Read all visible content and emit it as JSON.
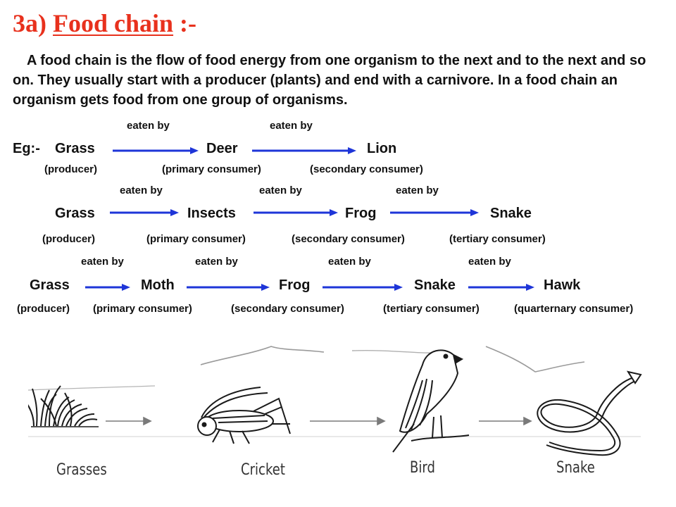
{
  "title": {
    "prefix": "3a)",
    "main": "Food chain",
    "suffix": ":-"
  },
  "intro": "A food chain is the flow of food energy from one organism to the next and to the next and so on. They usually start with a producer (plants) and end with a carnivore. In a food chain an organism gets food from one group of organisms.",
  "eaten_by": "eaten by",
  "example_label": "Eg:-",
  "chains": [
    {
      "organisms": [
        "Grass",
        "Deer",
        "Lion"
      ],
      "roles": [
        "(producer)",
        "(primary consumer)",
        "(secondary consumer)"
      ]
    },
    {
      "organisms": [
        "Grass",
        "Insects",
        "Frog",
        "Snake"
      ],
      "roles": [
        "(producer)",
        "(primary consumer)",
        "(secondary consumer)",
        "(tertiary consumer)"
      ]
    },
    {
      "organisms": [
        "Grass",
        "Moth",
        "Frog",
        "Snake",
        "Hawk"
      ],
      "roles": [
        "(producer)",
        "(primary consumer)",
        "(secondary consumer)",
        "(tertiary consumer)",
        "(quarternary consumer)"
      ]
    }
  ],
  "illustration": {
    "captions": [
      "Grasses",
      "Cricket",
      "Bird",
      "Snake"
    ]
  },
  "colors": {
    "title": "#e8311d",
    "arrow": "#1e35d8"
  }
}
